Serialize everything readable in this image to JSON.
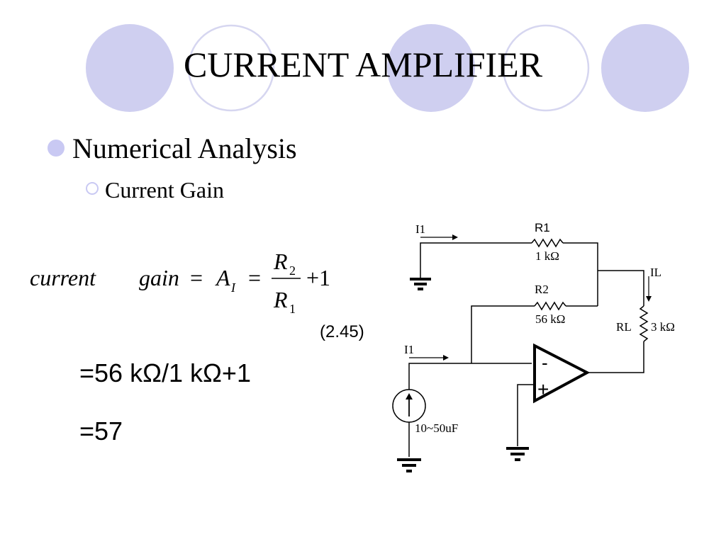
{
  "slide": {
    "title": "CURRENT AMPLIFIER",
    "bullet_level1": "Numerical Analysis",
    "bullet_level2": "Current Gain",
    "equation": {
      "lhs_word1": "current",
      "lhs_word2": "gain",
      "equals": "=",
      "symbol": "A",
      "symbol_sub": "I",
      "numerator": "R",
      "numerator_sub": "2",
      "denominator": "R",
      "denominator_sub": "1",
      "plus_one": "+1",
      "number": "(2.45)"
    },
    "calc_line1": "=56 kΩ/1 kΩ+1",
    "calc_line2": "=57"
  },
  "circuit": {
    "i1_top": "I1",
    "i1_bottom": "I1",
    "r1_label": "R1",
    "r1_value": "1 kΩ",
    "r2_label": "R2",
    "r2_value": "56 kΩ",
    "il_label": "IL",
    "rl_label": "RL",
    "rl_value": "3 kΩ",
    "opamp_minus": "-",
    "opamp_plus": "+",
    "source_label": "10~50uF"
  },
  "colors": {
    "circle_fill": "#cfcff0",
    "circle_stroke": "#d6d6f0",
    "bullet": "#c9c9f3"
  }
}
